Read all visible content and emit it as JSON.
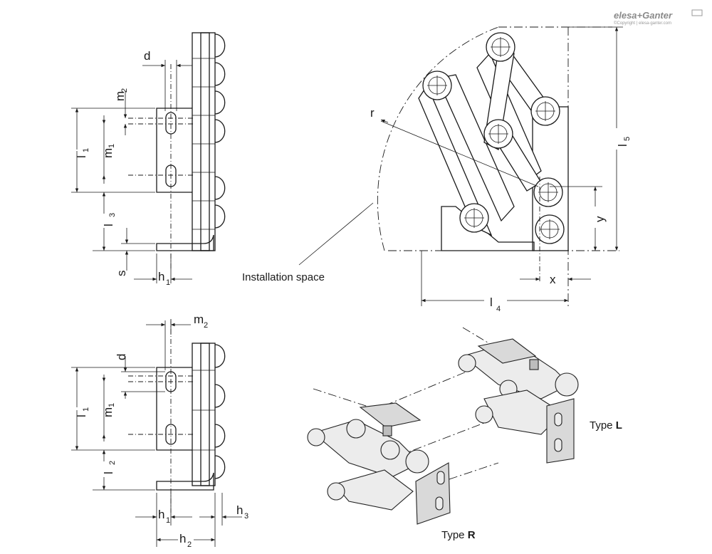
{
  "brand": {
    "logo_text": "elesa+Ganter",
    "copyright": "©Copyright | elesa-ganter.com"
  },
  "top_view": {
    "labels": {
      "d": "d",
      "m2": "m",
      "m2_sub": "2",
      "m1": "m",
      "m1_sub": "1",
      "l1": "l",
      "l1_sub": "1",
      "l3": "l",
      "l3_sub": "3",
      "s": "s",
      "h1": "h",
      "h1_sub": "1"
    }
  },
  "swing_view": {
    "labels": {
      "r": "r",
      "l5": "l",
      "l5_sub": "5",
      "y": "y",
      "x": "x",
      "l4": "l",
      "l4_sub": "4"
    },
    "installation_space": "Installation space"
  },
  "bottom_view": {
    "labels": {
      "m2": "m",
      "m2_sub": "2",
      "d": "d",
      "m1": "m",
      "m1_sub": "1",
      "l1": "l",
      "l1_sub": "1",
      "l2": "l",
      "l2_sub": "2",
      "h1": "h",
      "h1_sub": "1",
      "h2": "h",
      "h2_sub": "2",
      "h3": "h",
      "h3_sub": "3"
    }
  },
  "isometric": {
    "type_l_prefix": "Type ",
    "type_l_letter": "L",
    "type_r_prefix": "Type ",
    "type_r_letter": "R"
  }
}
